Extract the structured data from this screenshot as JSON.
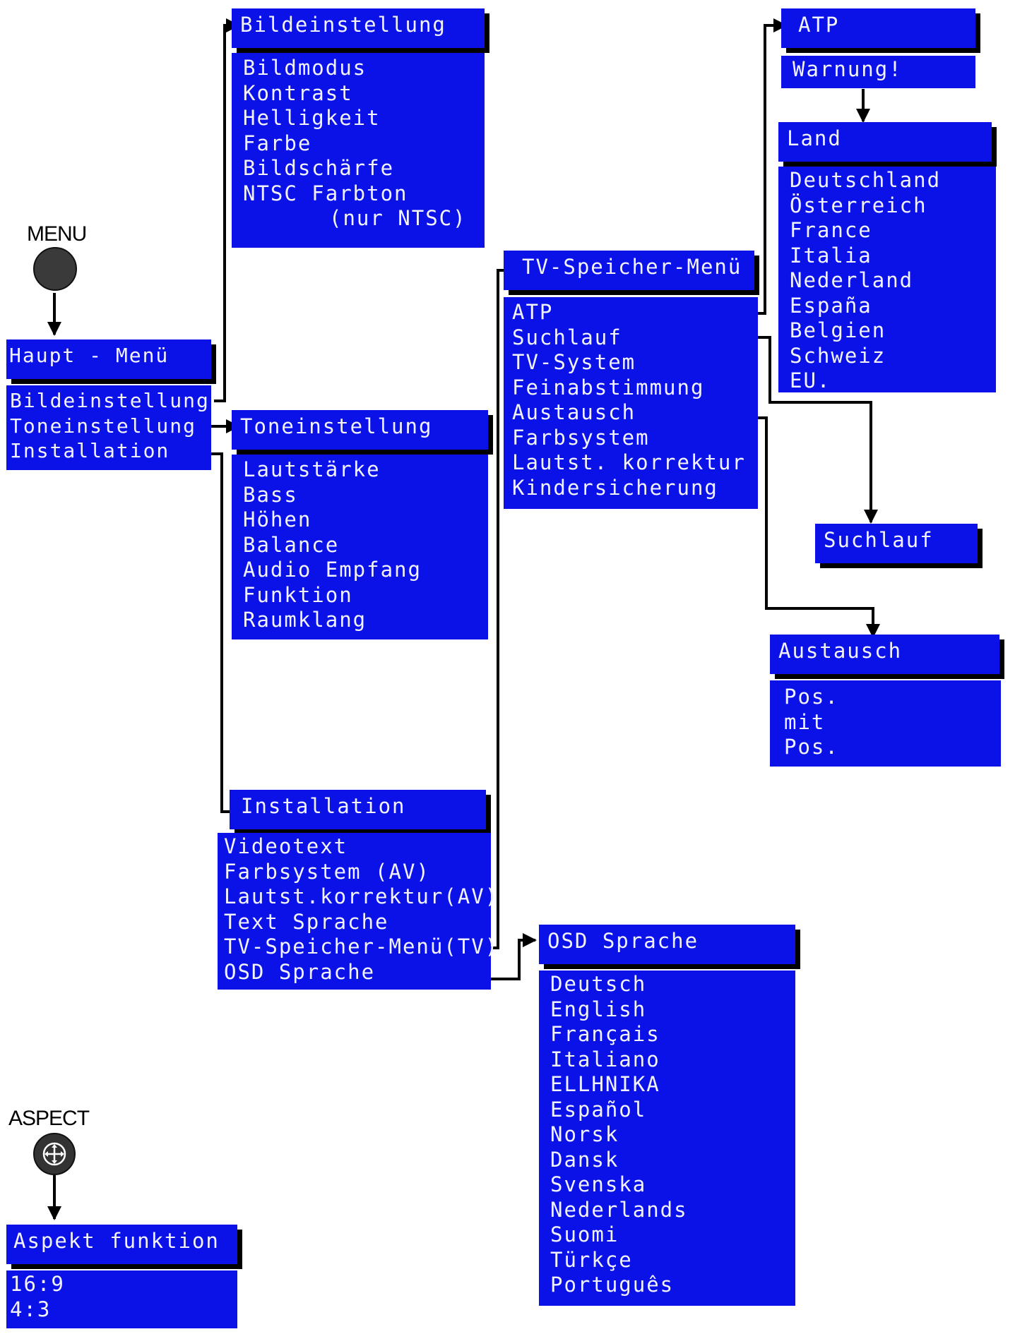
{
  "buttons": {
    "menu_label": "MENU",
    "aspect_label": "ASPECT"
  },
  "menus": {
    "haupt": {
      "title": "Haupt - Menü",
      "items": [
        "Bildeinstellung",
        "Toneinstellung",
        "Installation"
      ]
    },
    "bild": {
      "title": "Bildeinstellung",
      "items": [
        "Bildmodus",
        "Kontrast",
        "Helligkeit",
        "Farbe",
        "Bildschärfe",
        "NTSC Farbton",
        "(nur NTSC)"
      ]
    },
    "ton": {
      "title": "Toneinstellung",
      "items": [
        "Lautstärke",
        "Bass",
        "Höhen",
        "Balance",
        "Audio Empfang",
        "Funktion",
        "Raumklang"
      ]
    },
    "installation": {
      "title": "Installation",
      "items": [
        "Videotext",
        "Farbsystem (AV)",
        "Lautst.korrektur(AV)",
        "Text Sprache",
        "TV-Speicher-Menü(TV)",
        "OSD Sprache"
      ]
    },
    "tv_speicher": {
      "title": "TV-Speicher-Menü",
      "items": [
        "ATP",
        "Suchlauf",
        "TV-System",
        "Feinabstimmung",
        "Austausch",
        "Farbsystem",
        "Lautst. korrektur",
        "Kindersicherung"
      ]
    },
    "atp": {
      "title": "ATP",
      "warning": "Warnung!"
    },
    "land": {
      "title": "Land",
      "items": [
        "Deutschland",
        "Österreich",
        "France",
        "Italia",
        "Nederland",
        "España",
        "Belgien",
        "Schweiz",
        "EU."
      ]
    },
    "suchlauf": {
      "title": "Suchlauf"
    },
    "austausch": {
      "title": "Austausch",
      "items": [
        "Pos.",
        "mit",
        "Pos."
      ]
    },
    "osd": {
      "title": "OSD Sprache",
      "items": [
        "Deutsch",
        "English",
        "Français",
        "Italiano",
        "ELLHNIKA",
        "Español",
        "Norsk",
        "Dansk",
        "Svenska",
        "Nederlands",
        "Suomi",
        "Türkçe",
        "Português"
      ]
    },
    "aspekt": {
      "title": "Aspekt funktion",
      "items": [
        "16:9",
        "4:3"
      ]
    }
  },
  "colors": {
    "menu_bg": "#0b12e8",
    "menu_text": "#f2f2ff",
    "shadow": "#000000",
    "connector": "#000000"
  }
}
